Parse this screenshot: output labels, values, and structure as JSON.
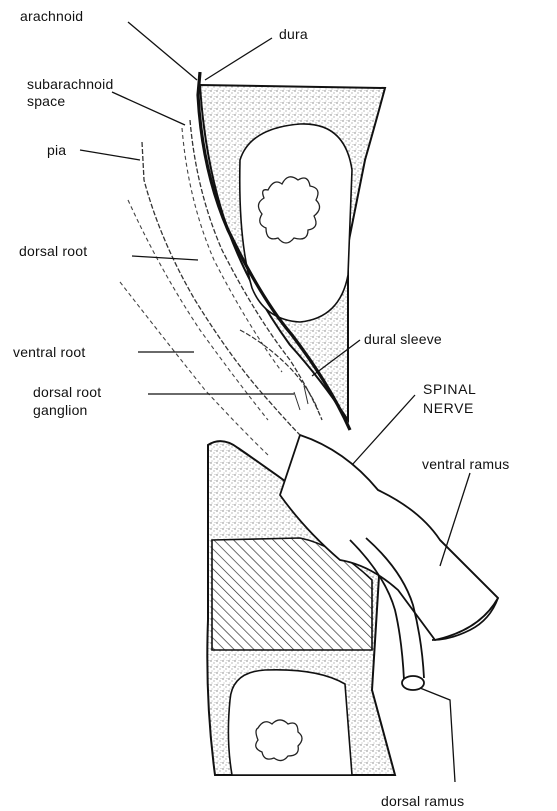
{
  "labels": {
    "arachnoid": "arachnoid",
    "dura": "dura",
    "subarachnoid_1": "subarachnoid",
    "subarachnoid_2": "space",
    "pia": "pia",
    "dorsal_root": "dorsal  root",
    "ventral_root": "ventral  root",
    "drg_1": "dorsal  root",
    "drg_2": "ganglion",
    "dural_sleeve": "dural sleeve",
    "spinal_nerve_1": "SPINAL",
    "spinal_nerve_2": "NERVE",
    "ventral_ramus": "ventral ramus",
    "dorsal_ramus": "dorsal  ramus"
  },
  "colors": {
    "ink": "#111111",
    "stipple": "#8a8a8a",
    "background": "#ffffff"
  }
}
